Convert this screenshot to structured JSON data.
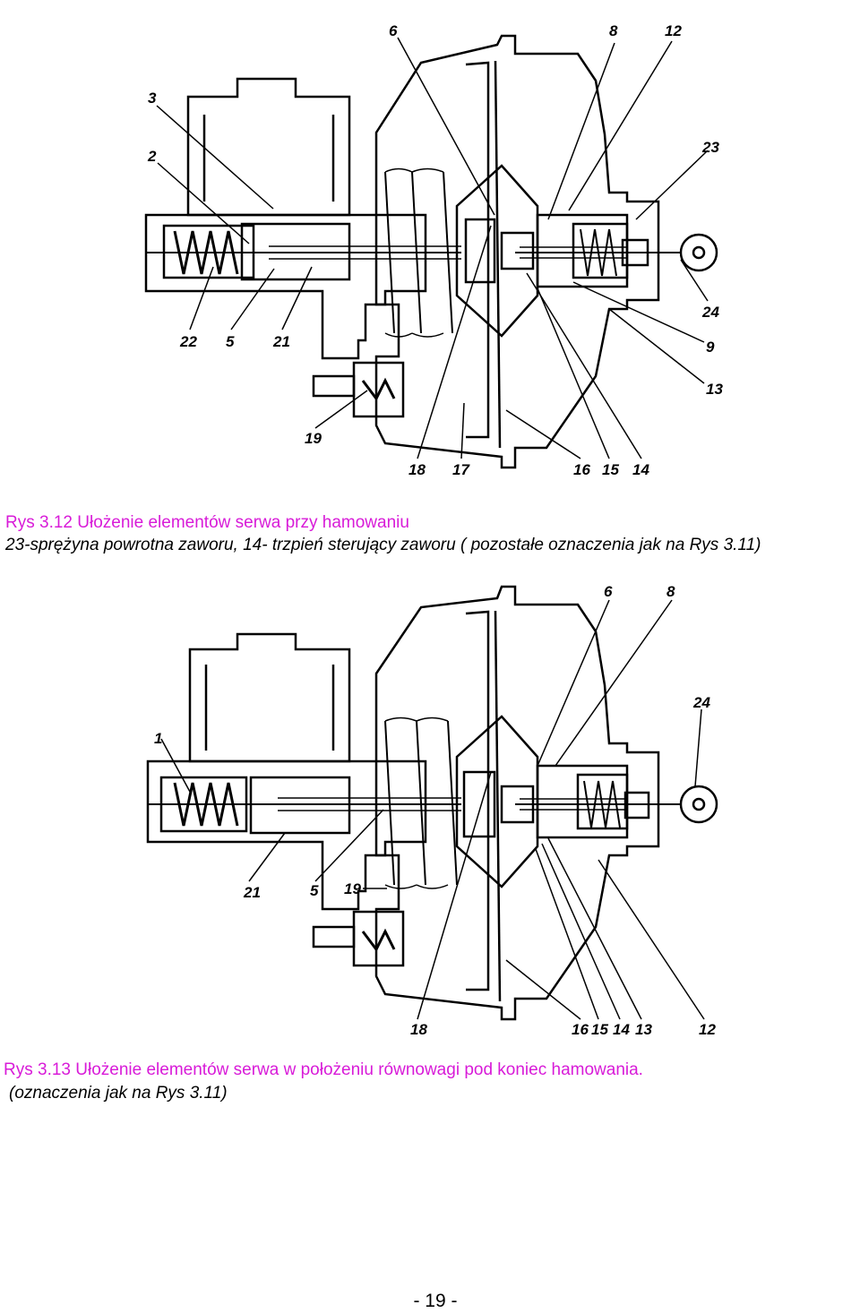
{
  "figures": [
    {
      "caption_title": "Rys 3.12 Ułożenie elementów serwa przy hamowaniu",
      "caption_subtitle": "23-sprężyna powrotna zaworu, 14- trzpień sterujący zaworu ( pozostałe oznaczenia jak na Rys 3.11)",
      "labels": [
        "3",
        "2",
        "22",
        "5",
        "21",
        "19",
        "18",
        "17",
        "16",
        "15",
        "14",
        "13",
        "9",
        "24",
        "23",
        "12",
        "8",
        "6"
      ]
    },
    {
      "caption_title": "Rys 3.13 Ułożenie elementów serwa w położeniu równowagi pod koniec hamowania.",
      "caption_subtitle": "(oznaczenia jak na Rys 3.11)",
      "labels": [
        "1",
        "21",
        "5",
        "19",
        "18",
        "16",
        "15",
        "14",
        "13",
        "12",
        "24",
        "6",
        "8"
      ]
    }
  ],
  "page_number": "- 19 -",
  "colors": {
    "caption_title": "#d81bd8",
    "line": "#000000"
  }
}
